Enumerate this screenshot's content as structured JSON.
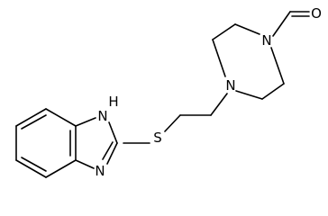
{
  "atoms": {
    "formyl_o": "O",
    "piperazine_n1": "N",
    "piperazine_n4": "N",
    "thioether_s": "S",
    "imidazole_nh": "N\nH",
    "imidazole_nh_n": "N",
    "imidazole_nh_h": "H",
    "imidazole_n3": "N"
  },
  "colors": {
    "bond": "#000000",
    "background": "#ffffff"
  }
}
